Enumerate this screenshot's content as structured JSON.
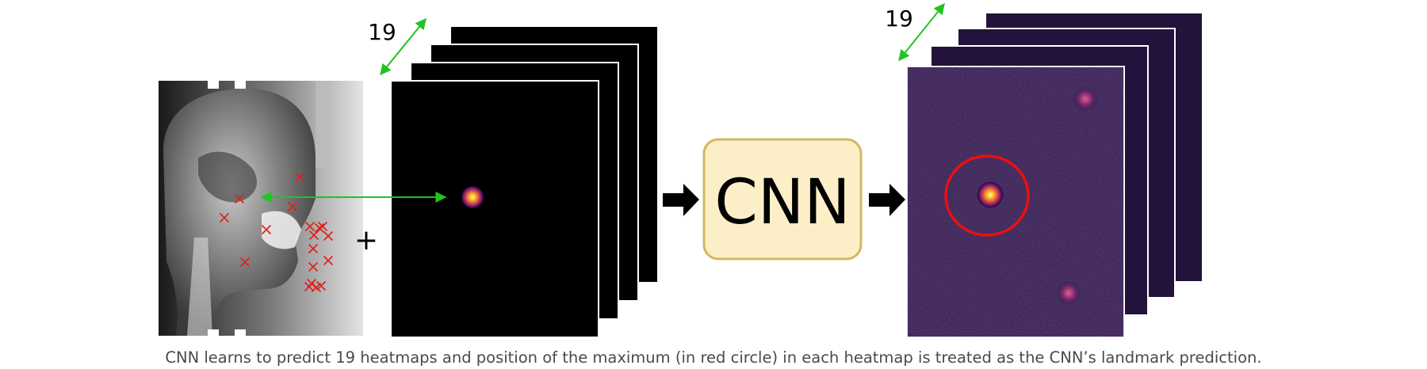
{
  "input_stack": {
    "count_label": "19"
  },
  "input_operator": "+",
  "model": {
    "label": "CNN"
  },
  "output_stack": {
    "count_label": "19"
  },
  "caption": "CNN learns to predict 19 heatmaps and position of the maximum (in red circle) in each heatmap is treated as the CNN’s landmark prediction.",
  "colors": {
    "arrow_green": "#22c322",
    "landmark_red": "#e0201a",
    "cnn_box_fill": "#fcefc7",
    "cnn_box_border": "#d4b764",
    "heatmap_input_bg": "#000000",
    "heatmap_output_bg": "#23123c",
    "circle_red": "#ea1010"
  },
  "icons": [
    "cephalometric-xray-image",
    "landmark-cross-marker",
    "flow-arrow",
    "two-headed-arrow"
  ]
}
